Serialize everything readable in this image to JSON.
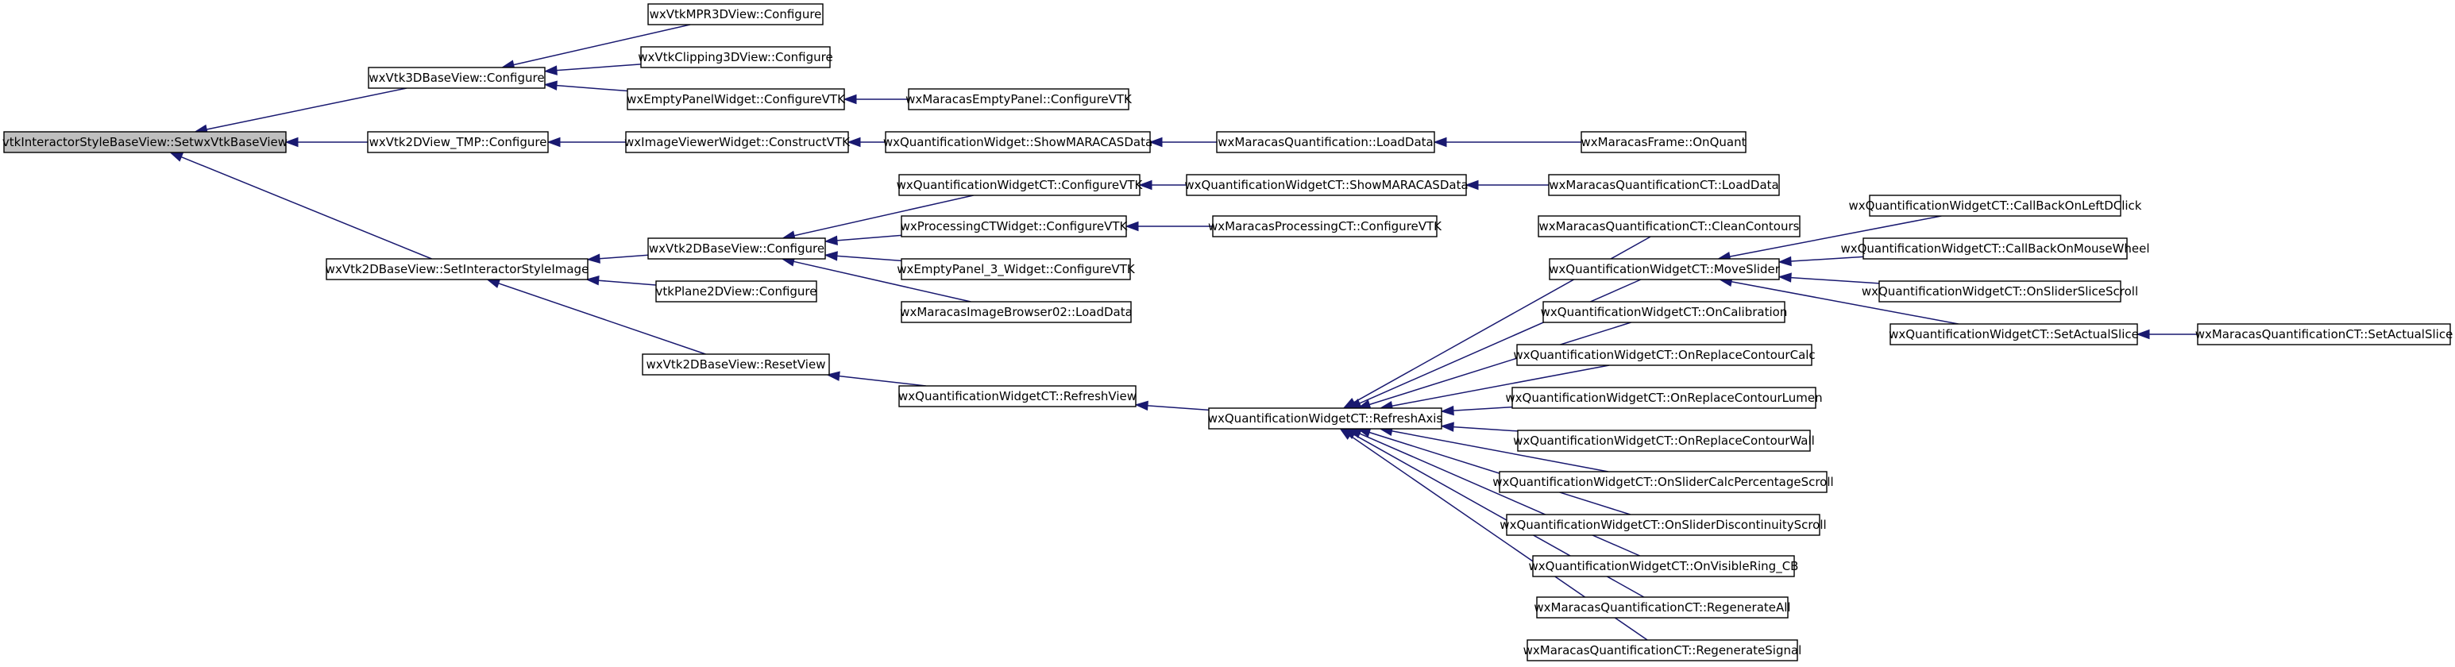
{
  "colors": {
    "edge": "#191970",
    "root_fill": "#bfbfbf",
    "node_fill": "#ffffff",
    "border": "#000000"
  },
  "nodes": {
    "root": "vtkInteractorStyleBaseView::SetwxVtkBaseView",
    "n3dConf": "wxVtk3DBaseView::Configure",
    "mpr3d": "wxVtkMPR3DView::Configure",
    "clip3d": "wxVtkClipping3DView::Configure",
    "emptyPanelW": "wxEmptyPanelWidget::ConfigureVTK",
    "maracasEmpty": "wxMaracasEmptyPanel::ConfigureVTK",
    "tmp2d": "wxVtk2DView_TMP::Configure",
    "imgViewer": "wxImageViewerWidget::ConstructVTK",
    "qwShow": "wxQuantificationWidget::ShowMARACASData",
    "mqLoad": "wxMaracasQuantification::LoadData",
    "frameOnQuant": "wxMaracasFrame::OnQuant",
    "setStyle": "wxVtk2DBaseView::SetInteractorStyleImage",
    "b2dConf": "wxVtk2DBaseView::Configure",
    "qwctConf": "wxQuantificationWidgetCT::ConfigureVTK",
    "qwctShow": "wxQuantificationWidgetCT::ShowMARACASData",
    "mqctLoad": "wxMaracasQuantificationCT::LoadData",
    "procCT": "wxProcessingCTWidget::ConfigureVTK",
    "mprocCT": "wxMaracasProcessingCT::ConfigureVTK",
    "empty3": "wxEmptyPanel_3_Widget::ConfigureVTK",
    "browser02": "wxMaracasImageBrowser02::LoadData",
    "plane2d": "vtkPlane2DView::Configure",
    "resetView": "wxVtk2DBaseView::ResetView",
    "refreshView": "wxQuantificationWidgetCT::RefreshView",
    "refreshAxis": "wxQuantificationWidgetCT::RefreshAxis",
    "cleanContours": "wxMaracasQuantificationCT::CleanContours",
    "moveSlider": "wxQuantificationWidgetCT::MoveSlider",
    "onCalibration": "wxQuantificationWidgetCT::OnCalibration",
    "replCalc": "wxQuantificationWidgetCT::OnReplaceContourCalc",
    "replLumen": "wxQuantificationWidgetCT::OnReplaceContourLumen",
    "replWall": "wxQuantificationWidgetCT::OnReplaceContourWall",
    "sliderCalcPct": "wxQuantificationWidgetCT::OnSliderCalcPercentageScroll",
    "sliderDiscont": "wxQuantificationWidgetCT::OnSliderDiscontinuityScroll",
    "visibleRing": "wxQuantificationWidgetCT::OnVisibleRing_CB",
    "regenAll": "wxMaracasQuantificationCT::RegenerateAll",
    "regenSignal": "wxMaracasQuantificationCT::RegenerateSignal",
    "cbLeftDClick": "wxQuantificationWidgetCT::CallBackOnLeftDClick",
    "cbMouseWheel": "wxQuantificationWidgetCT::CallBackOnMouseWheel",
    "onSliceScroll": "wxQuantificationWidgetCT::OnSliderSliceScroll",
    "setActualSlice": "wxQuantificationWidgetCT::SetActualSlice",
    "mqctSetSlice": "wxMaracasQuantificationCT::SetActualSlice"
  }
}
